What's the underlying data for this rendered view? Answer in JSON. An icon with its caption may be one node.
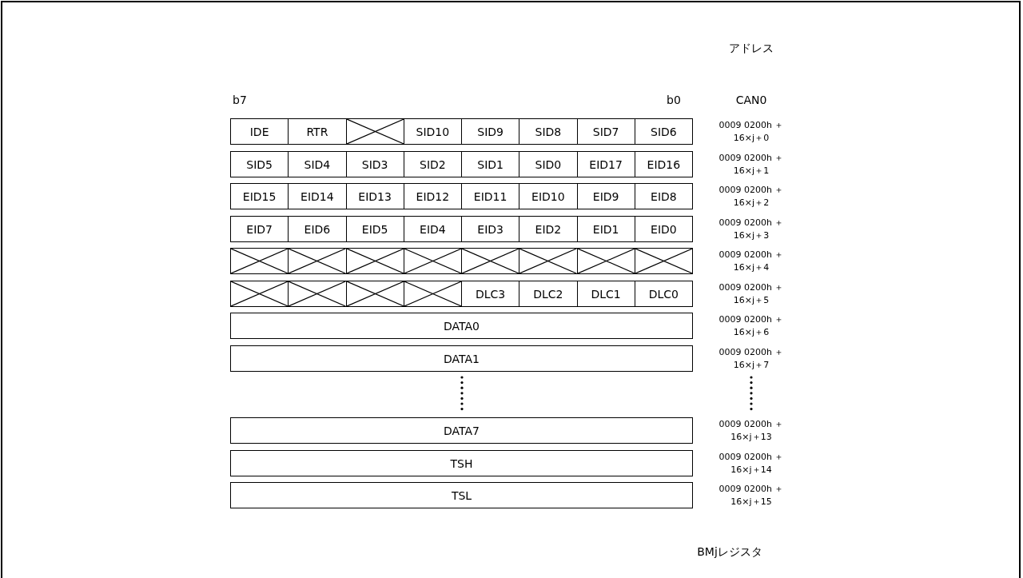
{
  "diagram": {
    "caption": "BMjレジスタ",
    "nodes": [
      {
        "text": [
          "IDE"
        ]
      },
      {
        "text": [
          "RTR"
        ]
      },
      {
        "text": [],
        "shape": "box"
      },
      {
        "text": [
          "SID10"
        ]
      },
      {
        "text": [
          "SID9"
        ]
      },
      {
        "text": [
          "SID8"
        ]
      },
      {
        "text": [
          "SID7"
        ]
      },
      {
        "text": [
          "SID6"
        ]
      },
      {
        "text": [
          "SID5"
        ]
      },
      {
        "text": [
          "SID4"
        ]
      },
      {
        "text": [
          "SID3"
        ]
      },
      {
        "text": [
          "SID2"
        ]
      },
      {
        "text": [
          "SID1"
        ]
      },
      {
        "text": [
          "SID0"
        ]
      },
      {
        "text": [
          "EID17"
        ]
      },
      {
        "text": [
          "EID16"
        ]
      },
      {
        "text": [
          "EID15"
        ]
      },
      {
        "text": [
          "EID14"
        ]
      },
      {
        "text": [
          "EID13"
        ]
      },
      {
        "text": [
          "EID12"
        ]
      },
      {
        "text": [
          "EID11"
        ]
      },
      {
        "text": [
          "EID10"
        ]
      },
      {
        "text": [
          "EID9"
        ]
      },
      {
        "text": [
          "EID8"
        ]
      },
      {
        "text": [
          "EID7"
        ]
      },
      {
        "text": [
          "EID6"
        ]
      },
      {
        "text": [
          "EID5"
        ]
      },
      {
        "text": [
          "EID4"
        ]
      },
      {
        "text": [
          "EID3"
        ]
      },
      {
        "text": [
          "EID2"
        ]
      },
      {
        "text": [
          "EID1"
        ]
      },
      {
        "text": [
          "EID0"
        ]
      },
      {
        "text": [],
        "shape": "box"
      },
      {
        "text": [],
        "shape": "box"
      },
      {
        "text": [],
        "shape": "box"
      },
      {
        "text": [],
        "shape": "box"
      },
      {
        "text": [],
        "shape": "box"
      },
      {
        "text": [],
        "shape": "box"
      },
      {
        "text": [],
        "shape": "box"
      },
      {
        "text": [],
        "shape": "box"
      },
      {
        "text": [],
        "shape": "box"
      },
      {
        "text": [],
        "shape": "box"
      },
      {
        "text": [],
        "shape": "box"
      },
      {
        "text": [],
        "shape": "box"
      },
      {
        "text": [
          "DLC3"
        ]
      },
      {
        "text": [
          "DLC2"
        ]
      },
      {
        "text": [
          "DLC1"
        ]
      },
      {
        "text": [
          "DLC0"
        ]
      },
      {
        "text": [
          "DATA0"
        ]
      },
      {
        "text": [
          "DATA1"
        ]
      },
      {
        "text": [
          "DATA7"
        ]
      },
      {
        "text": [
          "TSH"
        ]
      },
      {
        "text": [
          "TSL"
        ]
      }
    ],
    "labels": [
      "アドレス",
      "b7",
      "b0",
      "CAN0",
      "0009 0200h ＋16×j＋0",
      "0009 0200h ＋16×j＋1",
      "0009 0200h ＋16×j＋2",
      "0009 0200h ＋16×j＋3",
      "0009 0200h ＋16×j＋4",
      "0009 0200h ＋16×j＋5",
      "0009 0200h ＋16×j＋6",
      "0009 0200h ＋16×j＋7",
      "0009 0200h ＋16×j＋13",
      "0009 0200h ＋16×j＋14",
      "0009 0200h ＋16×j＋15"
    ]
  }
}
